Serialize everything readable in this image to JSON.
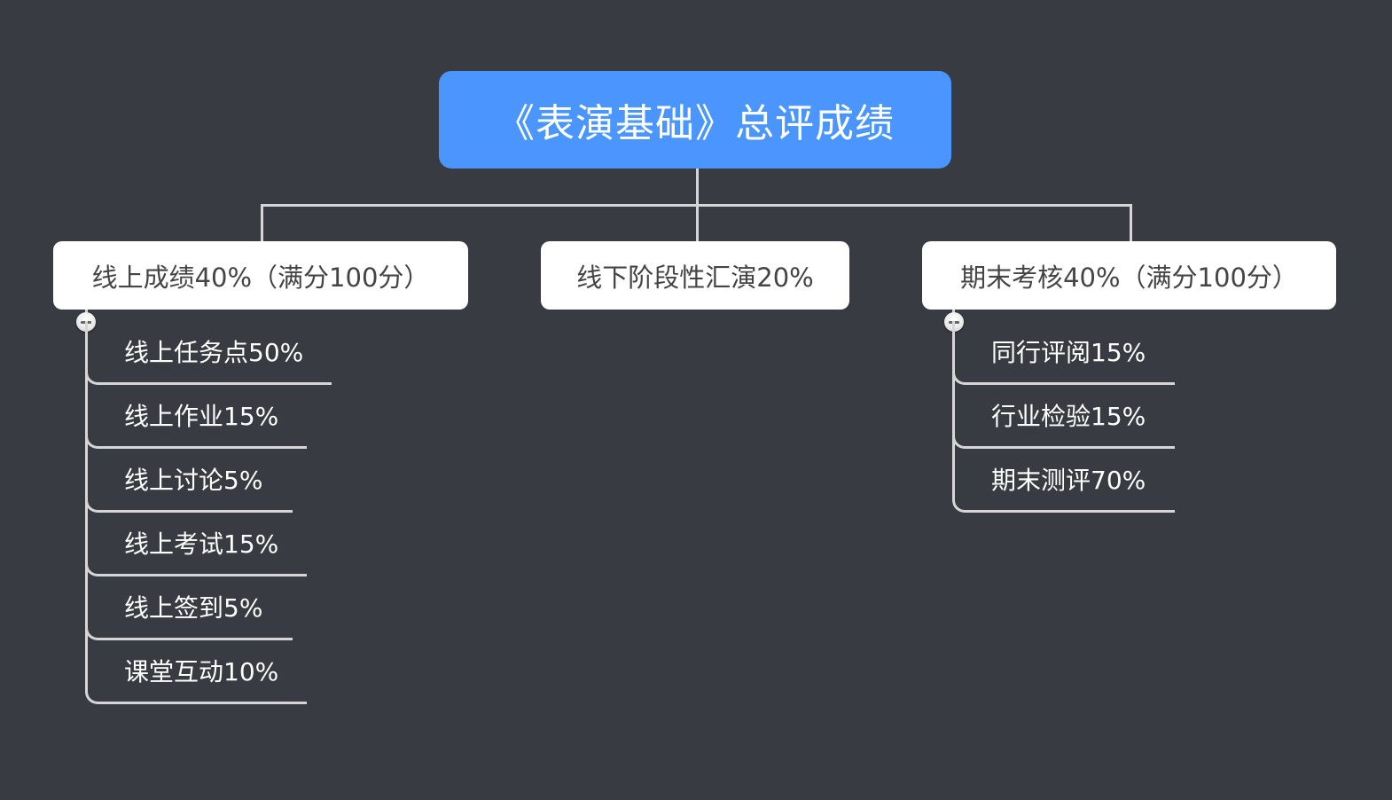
{
  "root": {
    "label": "《表演基础》总评成绩",
    "color": "#4a95fe"
  },
  "branches": [
    {
      "label": "线上成绩40%（满分100分）",
      "collapsed": false,
      "children": [
        {
          "label": "线上任务点50%"
        },
        {
          "label": "线上作业15%"
        },
        {
          "label": "线上讨论5%"
        },
        {
          "label": "线上考试15%"
        },
        {
          "label": "线上签到5%"
        },
        {
          "label": "课堂互动10%"
        }
      ]
    },
    {
      "label": "线下阶段性汇演20%",
      "children": []
    },
    {
      "label": "期末考核40%（满分100分）",
      "collapsed": false,
      "children": [
        {
          "label": "同行评阅15%"
        },
        {
          "label": "行业检验15%"
        },
        {
          "label": "期末测评70%"
        }
      ]
    }
  ],
  "colors": {
    "background": "#383b41",
    "connector": "#d6d6d6",
    "branch_fill": "#ffffff",
    "branch_text": "#444444",
    "leaf_text": "#ffffff"
  }
}
